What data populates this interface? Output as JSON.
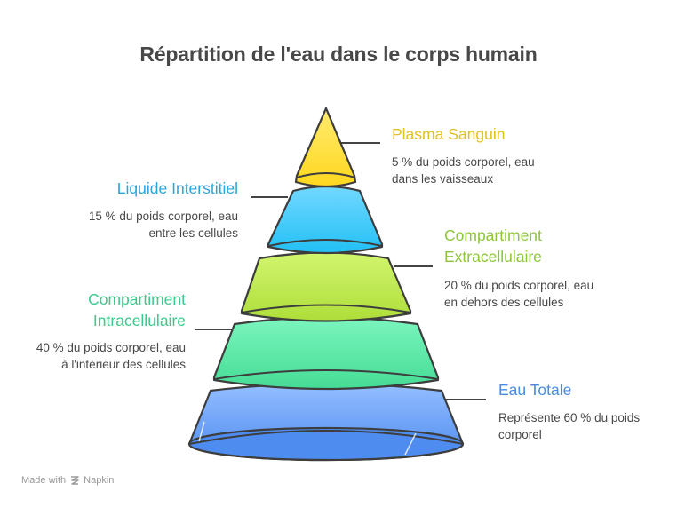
{
  "title": "Répartition de l'eau dans le corps humain",
  "levels": [
    {
      "name": "Plasma Sanguin",
      "line1": "5 % du poids corporel, eau",
      "line2": "dans les vaisseaux",
      "color": "#E0C21E",
      "fill": "#FFE030"
    },
    {
      "name": "Liquide Interstitiel",
      "line1": "15 % du poids corporel, eau",
      "line2": "entre les cellules",
      "color": "#2AA6DA",
      "fill": "#3CC8F5"
    },
    {
      "name_line1": "Compartiment",
      "name_line2": "Extracellulaire",
      "line1": "20 % du poids corporel, eau",
      "line2": "en dehors des cellules",
      "color": "#8CC63A",
      "fill": "#B8E64A"
    },
    {
      "name_line1": "Compartiment",
      "name_line2": "Intracellulaire",
      "line1": "40 % du poids corporel, eau",
      "line2": "à l'intérieur des cellules",
      "color": "#3CC98A",
      "fill": "#4EE39E"
    },
    {
      "name": "Eau Totale",
      "line1": "Représente 60 % du poids",
      "line2": "corporel",
      "color": "#4A8BE0",
      "fill": "#5C9BF5"
    }
  ],
  "footer": {
    "made_with": "Made with",
    "brand": "Napkin"
  }
}
